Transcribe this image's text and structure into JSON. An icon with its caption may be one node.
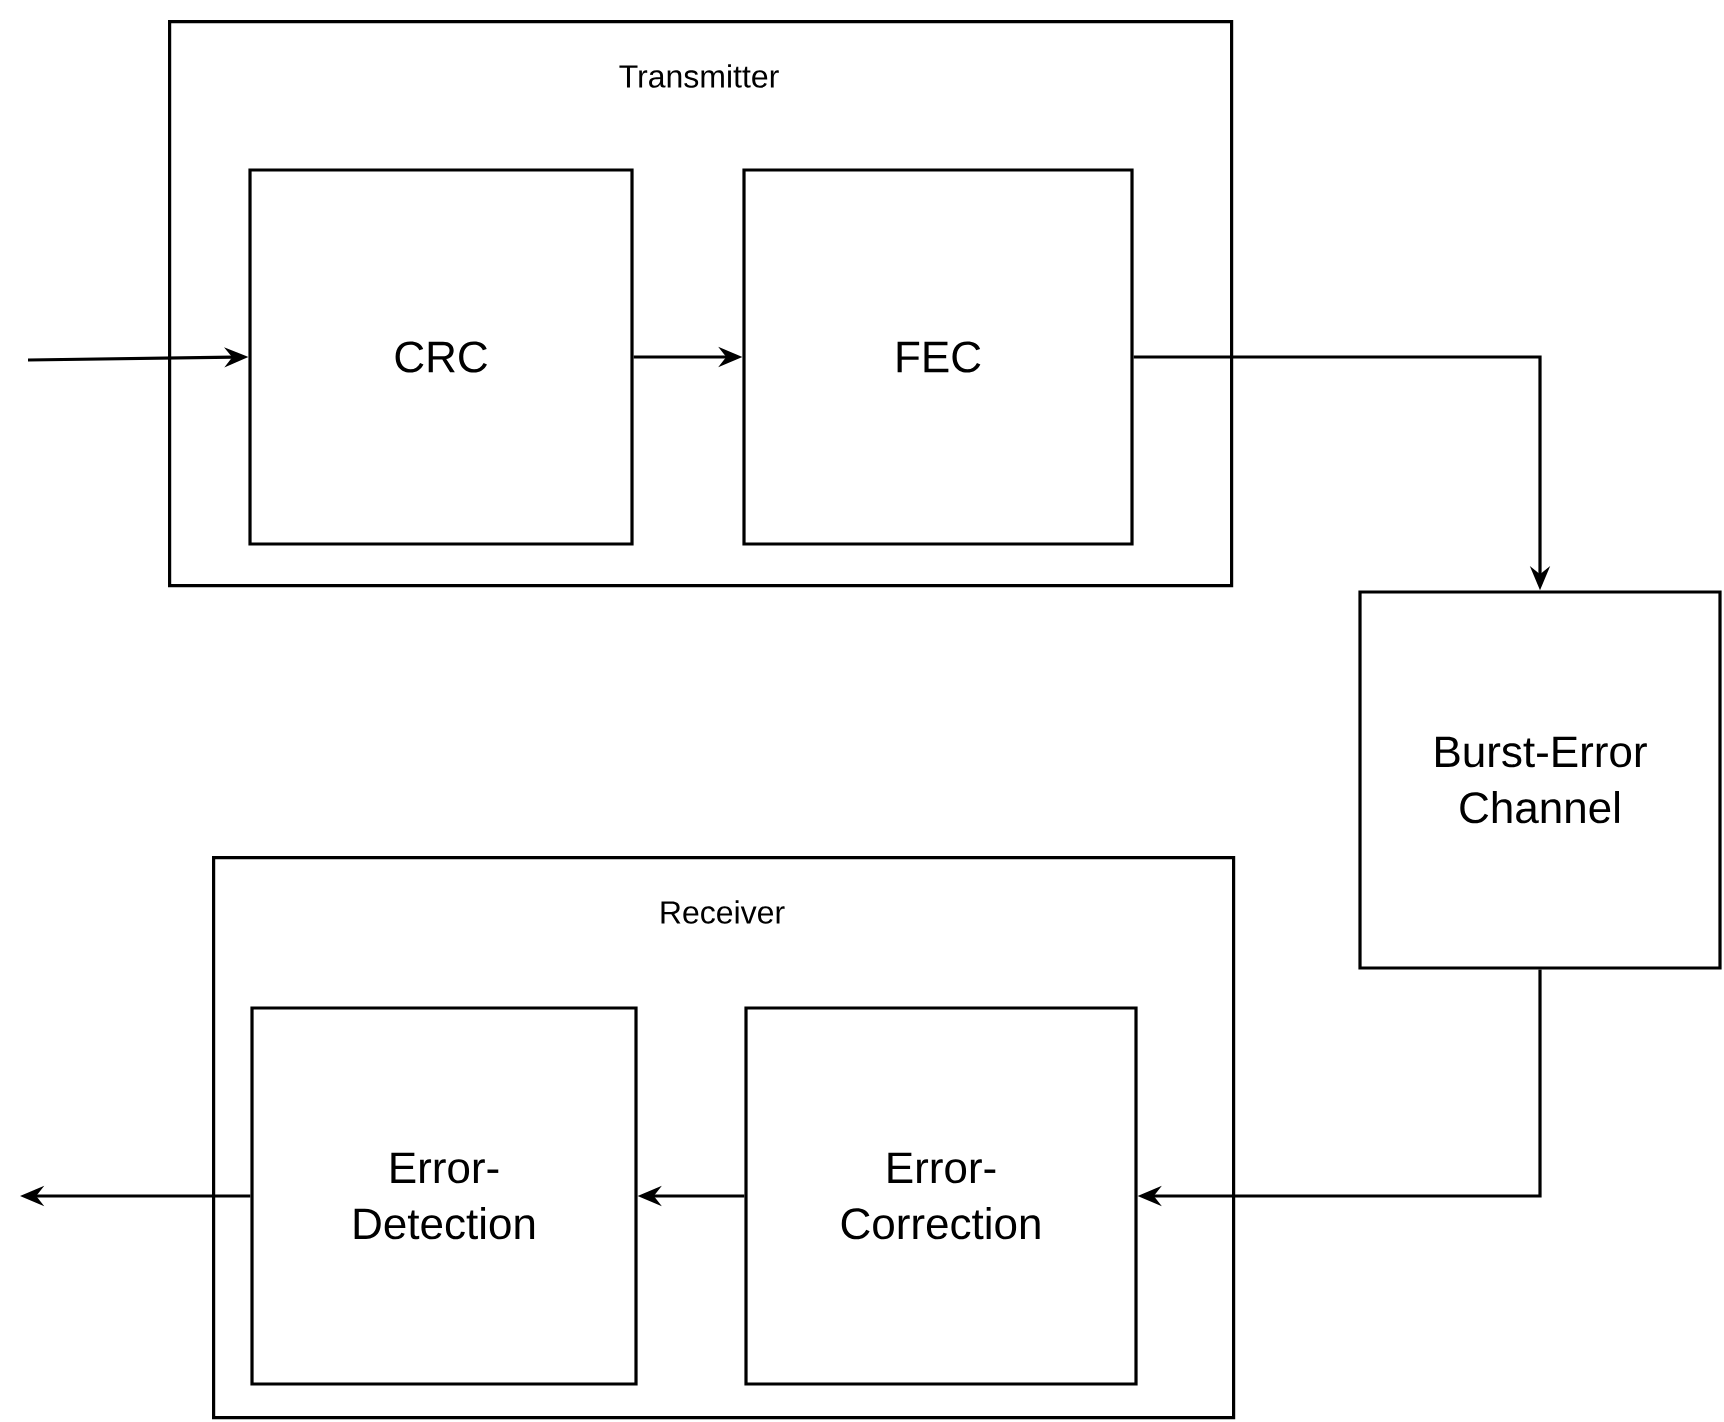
{
  "diagram": {
    "nodes": [
      {
        "text": [
          "Transmitter"
        ]
      },
      {
        "text": [
          "CRC"
        ],
        "in": 0
      },
      {
        "text": [
          "FEC"
        ],
        "in": 0
      },
      {
        "text": [
          "Burst-Error Channel"
        ]
      },
      {
        "text": [
          "Receiver"
        ]
      },
      {
        "text": [
          "Error- Detection"
        ],
        "in": 4
      },
      {
        "text": [
          "Error- Correction"
        ],
        "in": 4
      }
    ],
    "edges": [
      {
        "from": null,
        "to": 1,
        "arrow": "to"
      },
      {
        "from": 1,
        "to": 2,
        "arrow": "to"
      },
      {
        "from": 2,
        "to": 3,
        "arrow": "to"
      },
      {
        "from": 3,
        "to": 6,
        "arrow": "to"
      },
      {
        "from": 6,
        "to": 5,
        "arrow": "to"
      },
      {
        "from": 5,
        "to": null,
        "arrow": "to"
      }
    ]
  }
}
